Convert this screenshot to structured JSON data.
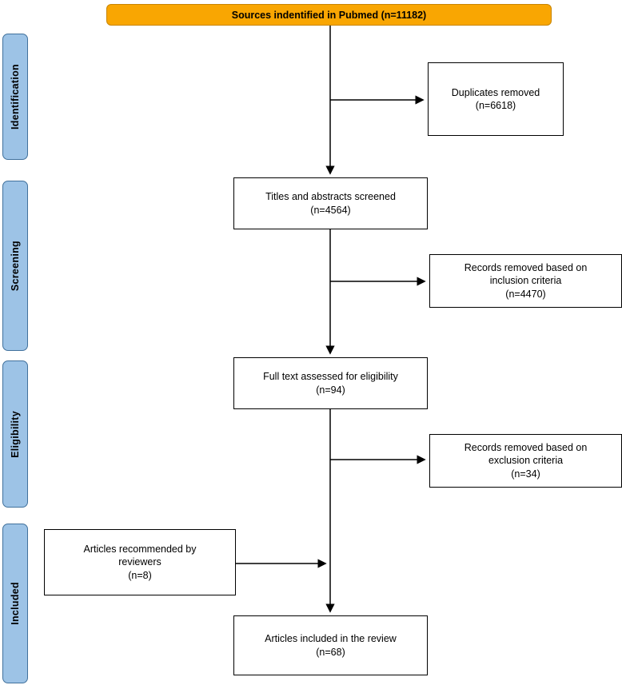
{
  "diagram": {
    "source_box": {
      "label": "Sources indentified in Pubmed (n=11182)"
    },
    "stages": {
      "identification": "Identification",
      "screening": "Screening",
      "eligibility": "Eligibility",
      "included": "Included"
    },
    "boxes": {
      "duplicates": {
        "text": "Duplicates removed",
        "count": "(n=6618)"
      },
      "titles_screened": {
        "text": "Titles and abstracts screened",
        "count": "(n=4564)"
      },
      "records_inclusion": {
        "text": "Records removed based on inclusion criteria",
        "count": "(n=4470)"
      },
      "full_text": {
        "text": "Full text assessed for eligibility",
        "count": "(n=94)"
      },
      "records_exclusion": {
        "text": "Records removed based on exclusion criteria",
        "count": "(n=34)"
      },
      "recommended": {
        "text": "Articles recommended by reviewers",
        "count": "(n=8)"
      },
      "included_review": {
        "text": "Articles included in the review",
        "count": "(n=68)"
      }
    },
    "colors": {
      "source_fill": "#F9A602",
      "source_border": "#C88400",
      "stage_fill": "#9DC3E6",
      "stage_border": "#41719C",
      "arrow": "#000000"
    }
  }
}
